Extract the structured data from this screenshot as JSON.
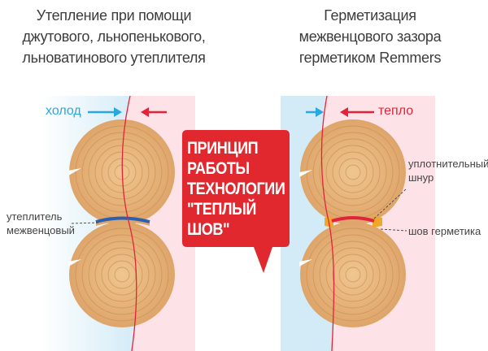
{
  "left_title": [
    "Утепление при помощи",
    "джутового, льнопенькового,",
    "льноватинового утеплителя"
  ],
  "right_title": [
    "Герметизация",
    "межвенцового зазора",
    "герметиком Remmers"
  ],
  "cold_label": "холод",
  "warm_label": "тепло",
  "center_bubble": [
    "ПРИНЦИП",
    "РАБОТЫ",
    "ТЕХНОЛОГИИ",
    "\"ТЕПЛЫЙ",
    "ШОВ\""
  ],
  "left_annotation": [
    "утеплитель",
    "межвенцовый"
  ],
  "right_annotation_cord": [
    "уплотнительный",
    "шнур"
  ],
  "right_annotation_sealant": "шов герметика",
  "colors": {
    "cold": "#29a8e0",
    "warm": "#e2233a",
    "bubble": "#e0282e",
    "wood": "#e8b67e",
    "insulation": "#2b5fb0",
    "sealant": "#f0a828"
  }
}
